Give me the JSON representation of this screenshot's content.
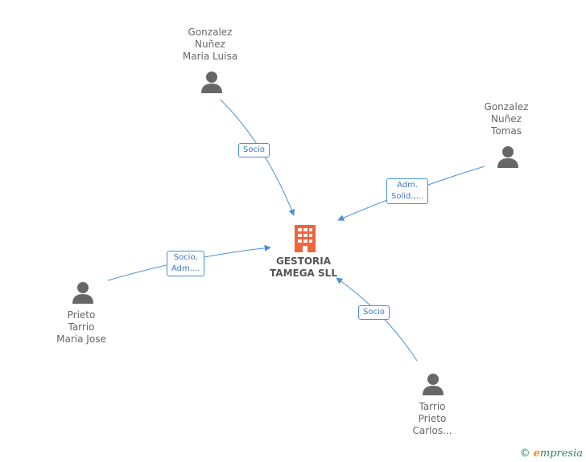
{
  "company": {
    "name_line1": "GESTORIA",
    "name_line2": "TAMEGA SLL",
    "color": "#f0643c"
  },
  "people": [
    {
      "id": "p1",
      "lines": [
        "Gonzalez",
        "Nuñez",
        "Maria Luisa"
      ]
    },
    {
      "id": "p2",
      "lines": [
        "Gonzalez",
        "Nuñez",
        "Tomas"
      ]
    },
    {
      "id": "p3",
      "lines": [
        "Prieto",
        "Tarrio",
        "Maria Jose"
      ]
    },
    {
      "id": "p4",
      "lines": [
        "Tarrio",
        "Prieto",
        "Carlos..."
      ]
    }
  ],
  "edges": [
    {
      "from": "p1",
      "lines": [
        "Socio"
      ]
    },
    {
      "from": "p2",
      "lines": [
        "Adm.",
        "Solid.,..."
      ]
    },
    {
      "from": "p3",
      "lines": [
        "Socio,",
        "Adm...."
      ]
    },
    {
      "from": "p4",
      "lines": [
        "Socio"
      ]
    }
  ],
  "colors": {
    "edge": "#4a90d9",
    "person_icon": "#666666"
  },
  "footer": {
    "copyright": "©",
    "brand_e": "e",
    "brand_rest": "mpresia"
  }
}
